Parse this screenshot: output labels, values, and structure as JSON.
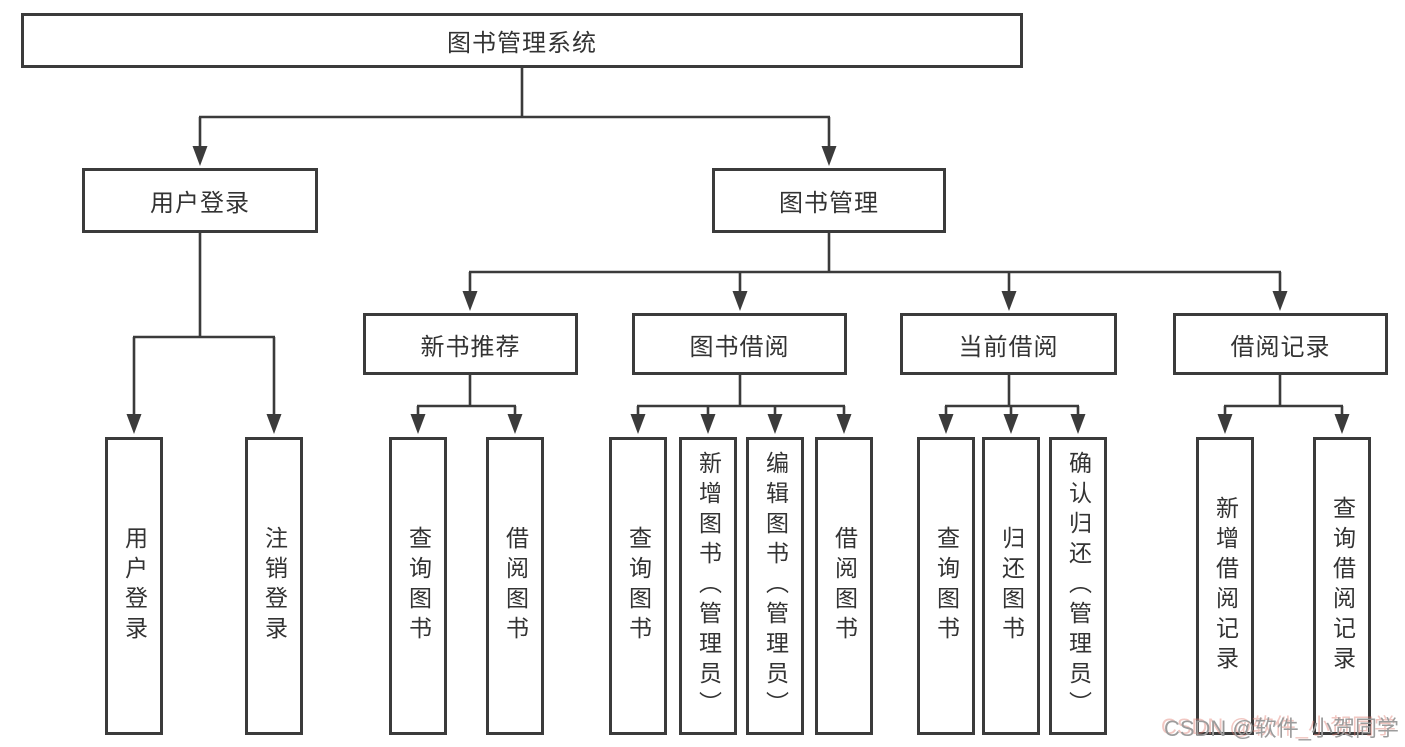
{
  "diagram": {
    "root": {
      "label": "图书管理系统"
    },
    "branches": [
      {
        "label": "用户登录",
        "children": [
          {
            "label": "用户登录"
          },
          {
            "label": "注销登录"
          }
        ]
      },
      {
        "label": "图书管理",
        "children": [
          {
            "label": "新书推荐",
            "children": [
              {
                "label": "查询图书"
              },
              {
                "label": "借阅图书"
              }
            ]
          },
          {
            "label": "图书借阅",
            "children": [
              {
                "label": "查询图书"
              },
              {
                "label": "新增图书（管理员）"
              },
              {
                "label": "编辑图书（管理员）"
              },
              {
                "label": "借阅图书"
              }
            ]
          },
          {
            "label": "当前借阅",
            "children": [
              {
                "label": "查询图书"
              },
              {
                "label": "归还图书"
              },
              {
                "label": "确认归还（管理员）"
              }
            ]
          },
          {
            "label": "借阅记录",
            "children": [
              {
                "label": "新增借阅记录"
              },
              {
                "label": "查询借阅记录"
              }
            ]
          }
        ]
      }
    ]
  },
  "watermark": {
    "text": "CSDN @软件_小贺同学"
  },
  "colors": {
    "line": "#3b3b3b",
    "text": "#333333",
    "background": "#ffffff",
    "watermark": "#9c9c9c",
    "watermark_ghost": "#e08278"
  }
}
